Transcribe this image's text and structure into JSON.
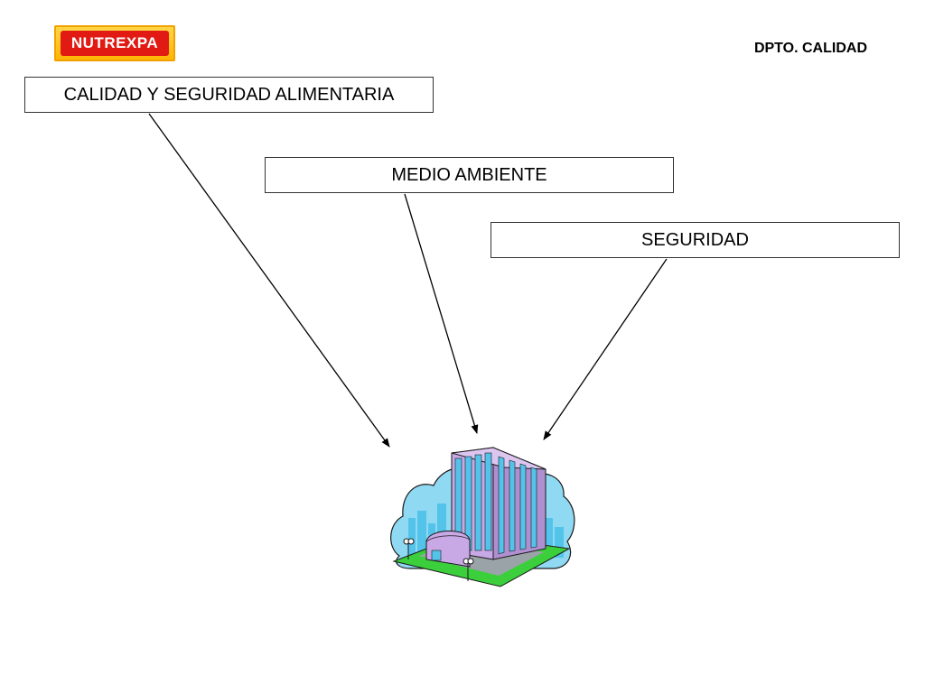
{
  "header": {
    "logo_text": "NUTREXPA",
    "department": "DPTO. CALIDAD"
  },
  "diagram": {
    "boxes": [
      {
        "label": "CALIDAD Y SEGURIDAD ALIMENTARIA"
      },
      {
        "label": "MEDIO AMBIENTE"
      },
      {
        "label": "SEGURIDAD"
      }
    ],
    "target": {
      "icon": "office-building-icon"
    }
  },
  "colors": {
    "logo_red": "#e11b14",
    "logo_yellow": "#ffc200",
    "building_purple": "#c9a8e6",
    "window_blue": "#54c3ea",
    "sky_blue": "#8fd9f3",
    "grass_green": "#3ccf3c"
  }
}
